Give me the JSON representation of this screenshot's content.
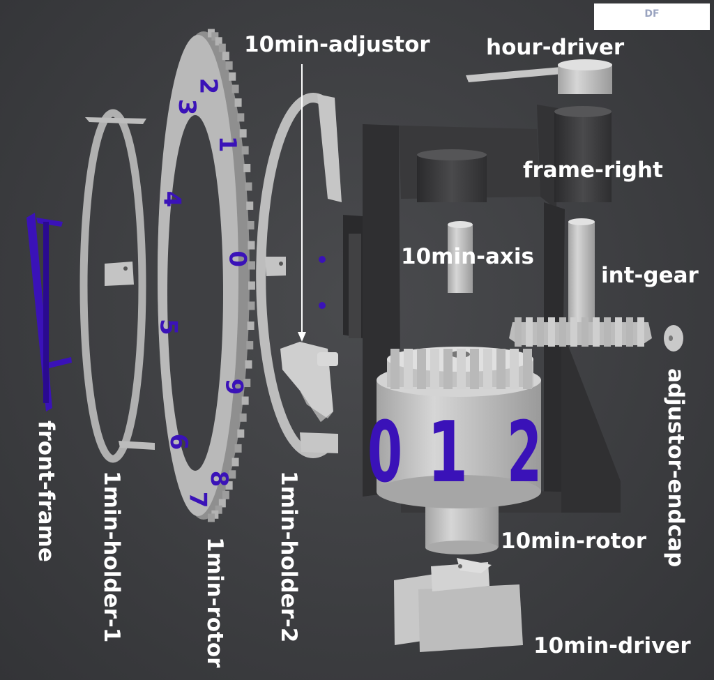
{
  "badge": "DF",
  "labels": {
    "adjustor_10min": "10min-adjustor",
    "hour_driver": "hour-driver",
    "frame_right": "frame-right",
    "axis_10min": "10min-axis",
    "int_gear": "int-gear",
    "rotor_10min": "10min-rotor",
    "driver_10min": "10min-driver",
    "front_frame": "front-frame",
    "holder_1min_1": "1min-holder-1",
    "rotor_1min": "1min-rotor",
    "holder_1min_2": "1min-holder-2",
    "adjustor_endcap": "adjustor-endcap"
  },
  "rotor_1min_digits": [
    "2",
    "1",
    "0",
    "9",
    "8",
    "7",
    "6",
    "5",
    "4",
    "3"
  ],
  "rotor_10min_digits": [
    "0",
    "1",
    "2"
  ],
  "colors": {
    "background": "#3d3e41",
    "part_gray": "#c9c9c9",
    "part_dark": "#3a3a3c",
    "digit_purple": "#3a12b8",
    "label_white": "#ffffff"
  }
}
